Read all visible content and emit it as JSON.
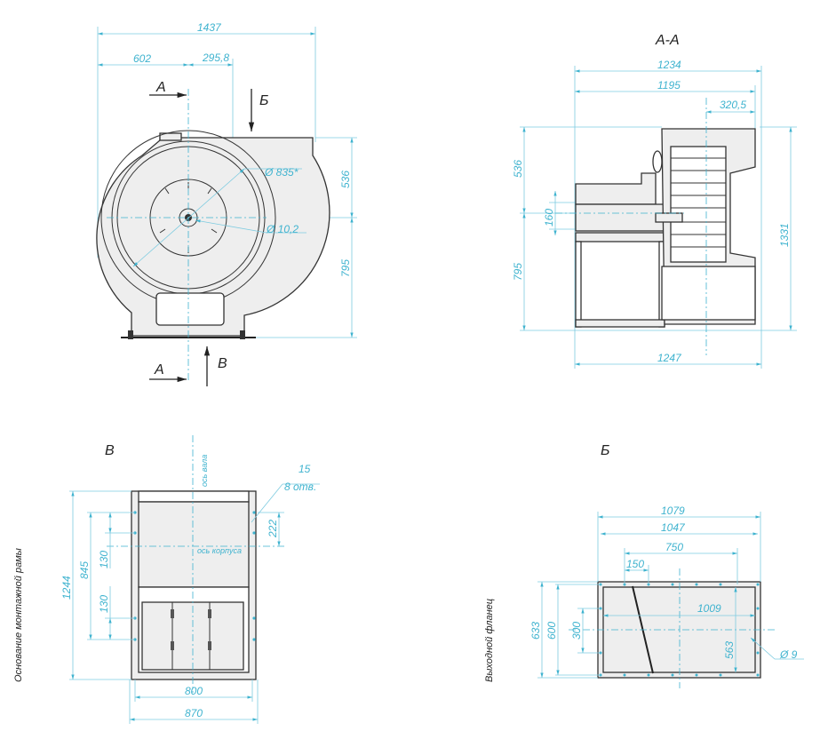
{
  "views": {
    "front": {
      "dims": {
        "w_total": "1437",
        "w_left": "602",
        "w_shift": "295,8",
        "h_upper": "536",
        "h_lower": "795",
        "dia_wheel": "Ø 835*",
        "dia_hole": "Ø 10,2"
      },
      "labels": {
        "a_top": "А",
        "b_top": "Б",
        "a_bottom": "А",
        "v_bottom": "В"
      }
    },
    "section_aa": {
      "title": "А-А",
      "dims": {
        "w1": "1234",
        "w2": "1195",
        "w3": "320,5",
        "h_upper": "536",
        "h_mid": "160",
        "h_lower": "795",
        "h_total": "1331",
        "w_base": "1247"
      }
    },
    "view_v": {
      "title": "В",
      "side_label": "Основание монтажной рамы",
      "dims": {
        "holes_d": "15",
        "holes_n": "8 отв.",
        "h_222": "222",
        "h_130a": "130",
        "h_845": "845",
        "h_130b": "130",
        "h_1244": "1244",
        "w_800": "800",
        "w_870": "870"
      },
      "axis_shaft": "ось вала",
      "axis_body": "ось корпуса"
    },
    "view_b": {
      "title": "Б",
      "side_label": "Выходной фланец",
      "dims": {
        "w_1079": "1079",
        "w_1047": "1047",
        "w_750": "750",
        "w_150": "150",
        "w_1009": "1009",
        "h_633": "633",
        "h_600": "600",
        "h_300": "300",
        "h_563": "563",
        "dia_9": "Ø 9"
      }
    }
  }
}
